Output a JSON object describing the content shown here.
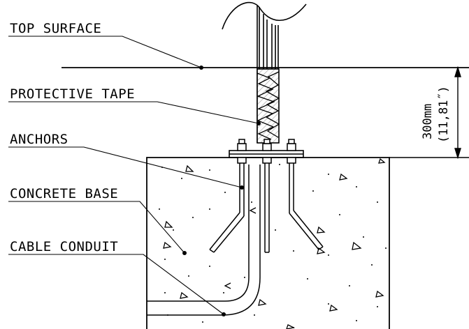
{
  "labels": {
    "top_surface": "TOP SURFACE",
    "protective_tape": "PROTECTIVE TAPE",
    "anchors": "ANCHORS",
    "concrete_base": "CONCRETE BASE",
    "cable_conduit": "CABLE CONDUIT"
  },
  "dimension": {
    "metric": "300mm",
    "imperial": "(11,81˝)"
  },
  "colors": {
    "line": "#000000",
    "background": "#ffffff"
  }
}
